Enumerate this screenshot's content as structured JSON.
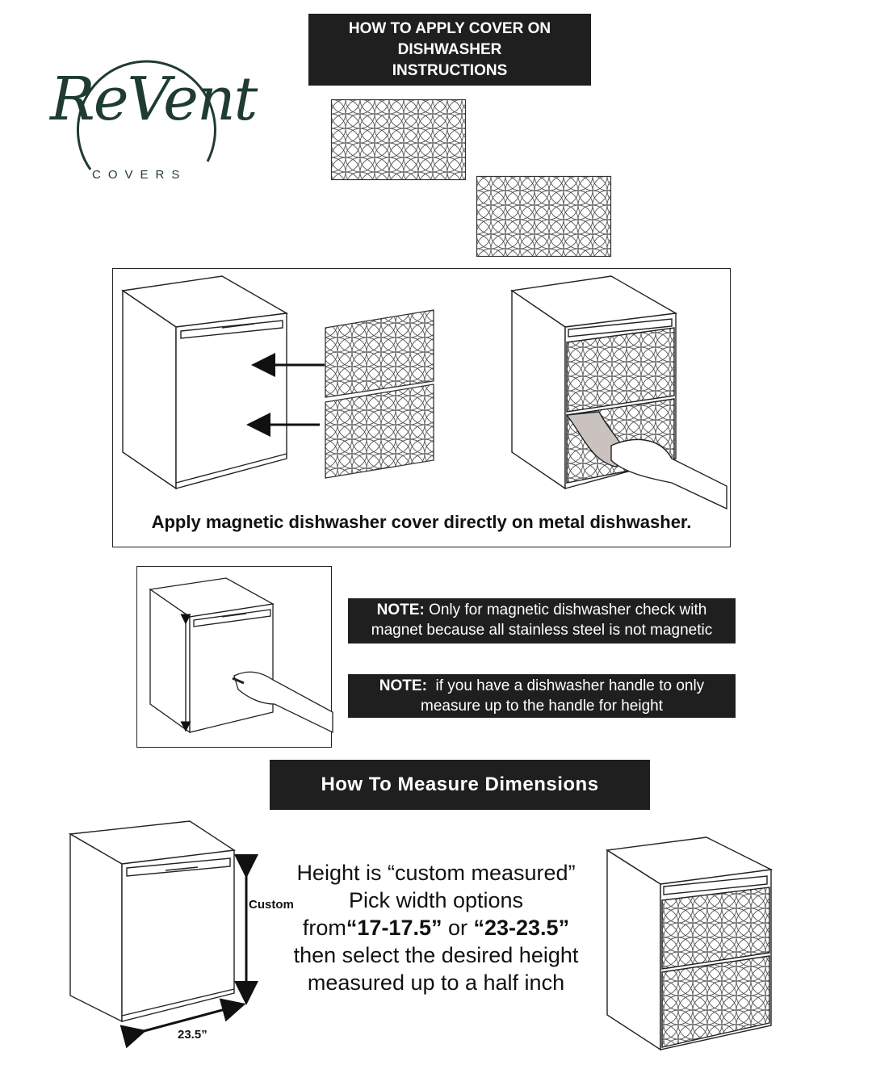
{
  "logo": {
    "brand_script": "ReVent",
    "brand_sub": "COVERS",
    "color": "#1f3b32"
  },
  "header": {
    "title_line1": "HOW TO APPLY COVER ON",
    "title_line2": "DISHWASHER",
    "title_line3": "INSTRUCTIONS"
  },
  "apply_section": {
    "caption": "Apply magnetic dishwasher cover directly on metal dishwasher."
  },
  "notes": [
    {
      "label": "NOTE:",
      "line1": "Only for magnetic dishwasher check with",
      "line2": "magnet because all stainless steel is not magnetic"
    },
    {
      "label": "NOTE:",
      "line1": "if you have a dishwasher handle to only",
      "line2": "measure up to the handle for height"
    }
  ],
  "measure_section": {
    "banner": "How To Measure Dimensions",
    "height_label": "Custom",
    "width_label": "23.5”",
    "line1": "Height is “custom measured”",
    "line2": "Pick width options",
    "line3_prefix": "from",
    "line3_option1": "“17-17.5”",
    "line3_or": " or ",
    "line3_option2": "“23-23.5”",
    "line4": "then select the desired height",
    "line5": "measured up to a half inch"
  },
  "colors": {
    "banner_bg": "#1f1f1f",
    "line": "#222222",
    "pattern": "#555555"
  },
  "icons": [
    "left-arrow-icon",
    "up-down-arrow-icon",
    "left-right-arrow-icon",
    "hand-icon"
  ]
}
